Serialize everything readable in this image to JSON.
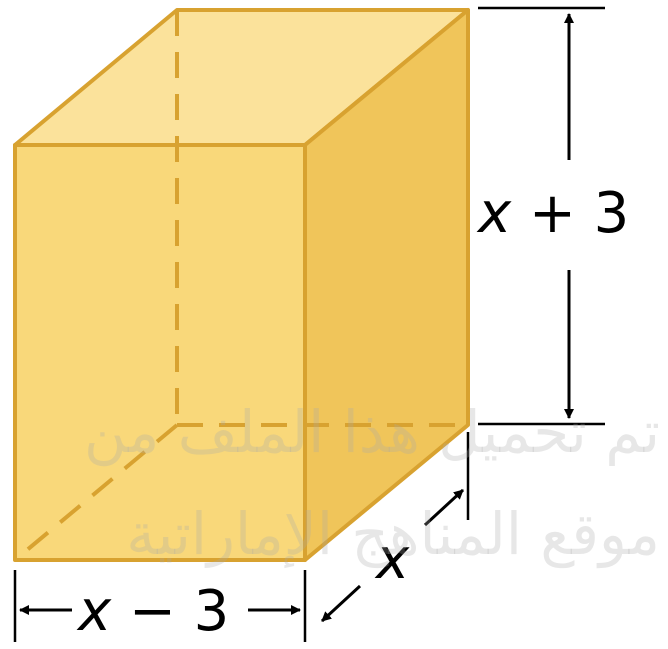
{
  "labels": {
    "height": {
      "var": "x",
      "rest": " + 3"
    },
    "depth": {
      "var": "x"
    },
    "width": {
      "var": "x",
      "rest": " − 3"
    }
  },
  "watermark": {
    "line1": "تم تحميل هذا الملف من",
    "line2": "موقع المناهج الإماراتية"
  },
  "colors": {
    "front_face": "#f9d87a",
    "top_face": "#fbe29b",
    "side_face": "#f0c55a",
    "edge": "#d8a230",
    "dimension_lines": "#000000"
  }
}
